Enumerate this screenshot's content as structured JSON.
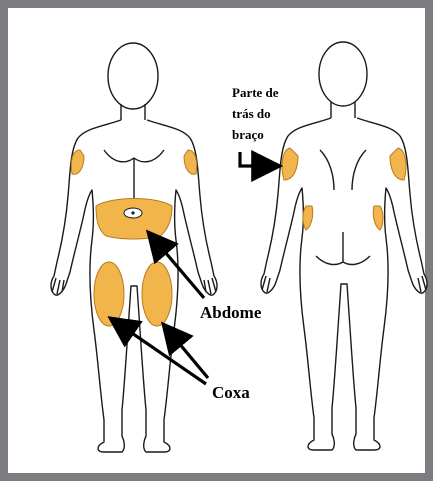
{
  "colors": {
    "frame": "#7e7c80",
    "zone_fill": "#f2b54c",
    "zone_stroke": "#b57c1e",
    "body_outline": "#1a1a1a",
    "background": "#ffffff"
  },
  "labels": {
    "back_of_arm": [
      "Parte de",
      "trás do",
      "braço"
    ],
    "abdomen": "Abdome",
    "thigh": "Coxa"
  },
  "figures": [
    {
      "view": "front",
      "zones": [
        "upper-arm-left",
        "upper-arm-right",
        "abdomen",
        "thigh-left",
        "thigh-right"
      ]
    },
    {
      "view": "back",
      "zones": [
        "upper-arm-left",
        "upper-arm-right",
        "flank-left",
        "flank-right"
      ]
    }
  ]
}
